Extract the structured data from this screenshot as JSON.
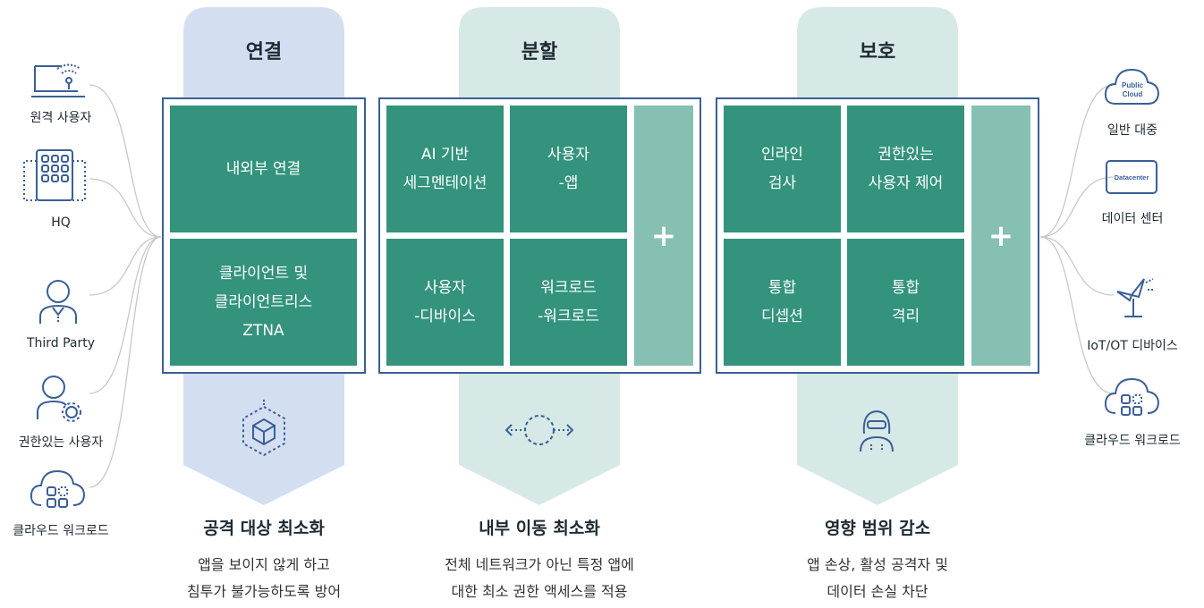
{
  "pillars": {
    "connect": {
      "title": "연결",
      "tiles": [
        "내외부 연결",
        "클라이언트 및\n클라이언트리스\nZTNA"
      ],
      "heading": "공격 대상 최소화",
      "desc": "앱을 보이지 않게 하고\n침투가 불가능하도록 방어"
    },
    "segment": {
      "title": "분할",
      "tiles": [
        "AI 기반\n세그멘테이션",
        "사용자\n-앱",
        "사용자\n-디바이스",
        "워크로드\n-워크로드"
      ],
      "plus": "+",
      "heading": "내부 이동 최소화",
      "desc": "전체 네트워크가 아닌 특정 앱에\n대한 최소 권한 액세스를 적용"
    },
    "protect": {
      "title": "보호",
      "tiles": [
        "인라인\n검사",
        "권한있는\n사용자 제어",
        "통합\n디셉션",
        "통합\n격리"
      ],
      "plus": "+",
      "heading": "영향 범위 감소",
      "desc": "앱 손상, 활성 공격자 및\n데이터 손실 차단"
    }
  },
  "left_items": [
    "원격 사용자",
    "HQ",
    "Third Party",
    "권한있는 사용자",
    "클라우드 워크로드"
  ],
  "right_items": [
    "일반 대중",
    "데이터 센터",
    "IoT/OT 디바이스",
    "클라우드 워크로드"
  ],
  "icon_text": {
    "public_cloud": "Public\nCloud",
    "public_cloud_line1": "Public",
    "public_cloud_line2": "Cloud",
    "datacenter": "Datacenter"
  },
  "colors": {
    "connect_head": "#d3dff1",
    "segment_head": "#d6e9e6",
    "protect_head": "#d6e9e6",
    "tile": "#33937c",
    "plus": "#86c0b3",
    "panel_border": "#3a5f97",
    "icon_blue": "#3a5f97"
  }
}
